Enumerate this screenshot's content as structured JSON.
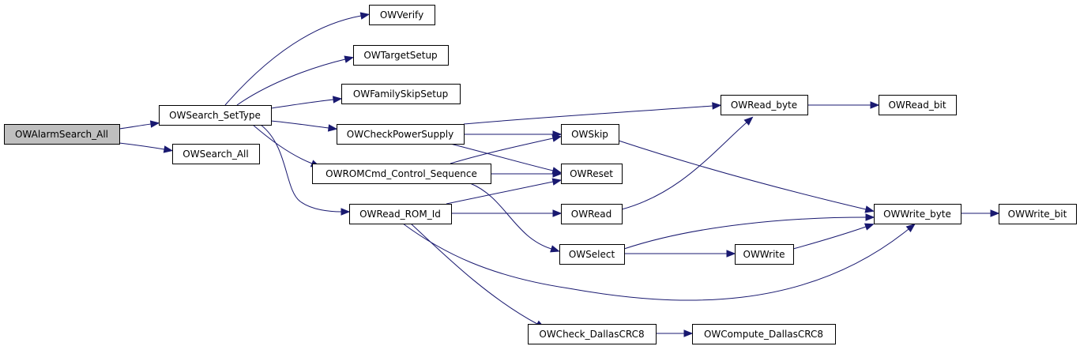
{
  "diagram": {
    "nodes": [
      {
        "id": "n0",
        "label": "OWAlarmSearch_All",
        "root": true
      },
      {
        "id": "n1",
        "label": "OWSearch_SetType"
      },
      {
        "id": "n2",
        "label": "OWSearch_All"
      },
      {
        "id": "n3",
        "label": "OWVerify"
      },
      {
        "id": "n4",
        "label": "OWTargetSetup"
      },
      {
        "id": "n5",
        "label": "OWFamilySkipSetup"
      },
      {
        "id": "n6",
        "label": "OWCheckPowerSupply"
      },
      {
        "id": "n7",
        "label": "OWROMCmd_Control_Sequence"
      },
      {
        "id": "n8",
        "label": "OWRead_ROM_Id"
      },
      {
        "id": "n9",
        "label": "OWSkip"
      },
      {
        "id": "n10",
        "label": "OWReset"
      },
      {
        "id": "n11",
        "label": "OWRead"
      },
      {
        "id": "n12",
        "label": "OWSelect"
      },
      {
        "id": "n13",
        "label": "OWCheck_DallasCRC8"
      },
      {
        "id": "n14",
        "label": "OWRead_byte"
      },
      {
        "id": "n15",
        "label": "OWRead_bit"
      },
      {
        "id": "n16",
        "label": "OWWrite_byte"
      },
      {
        "id": "n17",
        "label": "OWWrite_bit"
      },
      {
        "id": "n18",
        "label": "OWWrite"
      },
      {
        "id": "n19",
        "label": "OWCompute_DallasCRC8"
      }
    ],
    "edges": [
      {
        "from": "n0",
        "to": "n1"
      },
      {
        "from": "n0",
        "to": "n2"
      },
      {
        "from": "n1",
        "to": "n3"
      },
      {
        "from": "n1",
        "to": "n4"
      },
      {
        "from": "n1",
        "to": "n5"
      },
      {
        "from": "n1",
        "to": "n6"
      },
      {
        "from": "n1",
        "to": "n7"
      },
      {
        "from": "n1",
        "to": "n8"
      },
      {
        "from": "n1",
        "to": "n16"
      },
      {
        "from": "n6",
        "to": "n14"
      },
      {
        "from": "n6",
        "to": "n9"
      },
      {
        "from": "n6",
        "to": "n10"
      },
      {
        "from": "n7",
        "to": "n9"
      },
      {
        "from": "n7",
        "to": "n10"
      },
      {
        "from": "n7",
        "to": "n12"
      },
      {
        "from": "n8",
        "to": "n10"
      },
      {
        "from": "n8",
        "to": "n11"
      },
      {
        "from": "n8",
        "to": "n16"
      },
      {
        "from": "n8",
        "to": "n13"
      },
      {
        "from": "n9",
        "to": "n16"
      },
      {
        "from": "n11",
        "to": "n14"
      },
      {
        "from": "n12",
        "to": "n16"
      },
      {
        "from": "n12",
        "to": "n18"
      },
      {
        "from": "n13",
        "to": "n19"
      },
      {
        "from": "n14",
        "to": "n15"
      },
      {
        "from": "n16",
        "to": "n17"
      },
      {
        "from": "n18",
        "to": "n16"
      }
    ]
  }
}
